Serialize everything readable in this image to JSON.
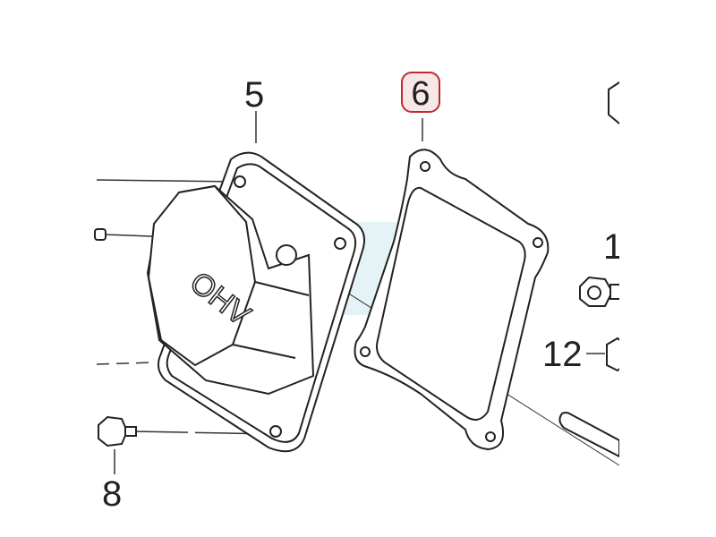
{
  "diagram": {
    "cover_embossing": "OHV",
    "labels": {
      "valve_cover": "5",
      "gasket": "6",
      "bolt": "8",
      "nut": "12",
      "partial_right": "1"
    },
    "highlighted_part": "6",
    "colors": {
      "highlight_border": "#c0282d",
      "highlight_fill": "#f7e7e7",
      "line": "#222222",
      "band": "#e4f3f6"
    }
  }
}
